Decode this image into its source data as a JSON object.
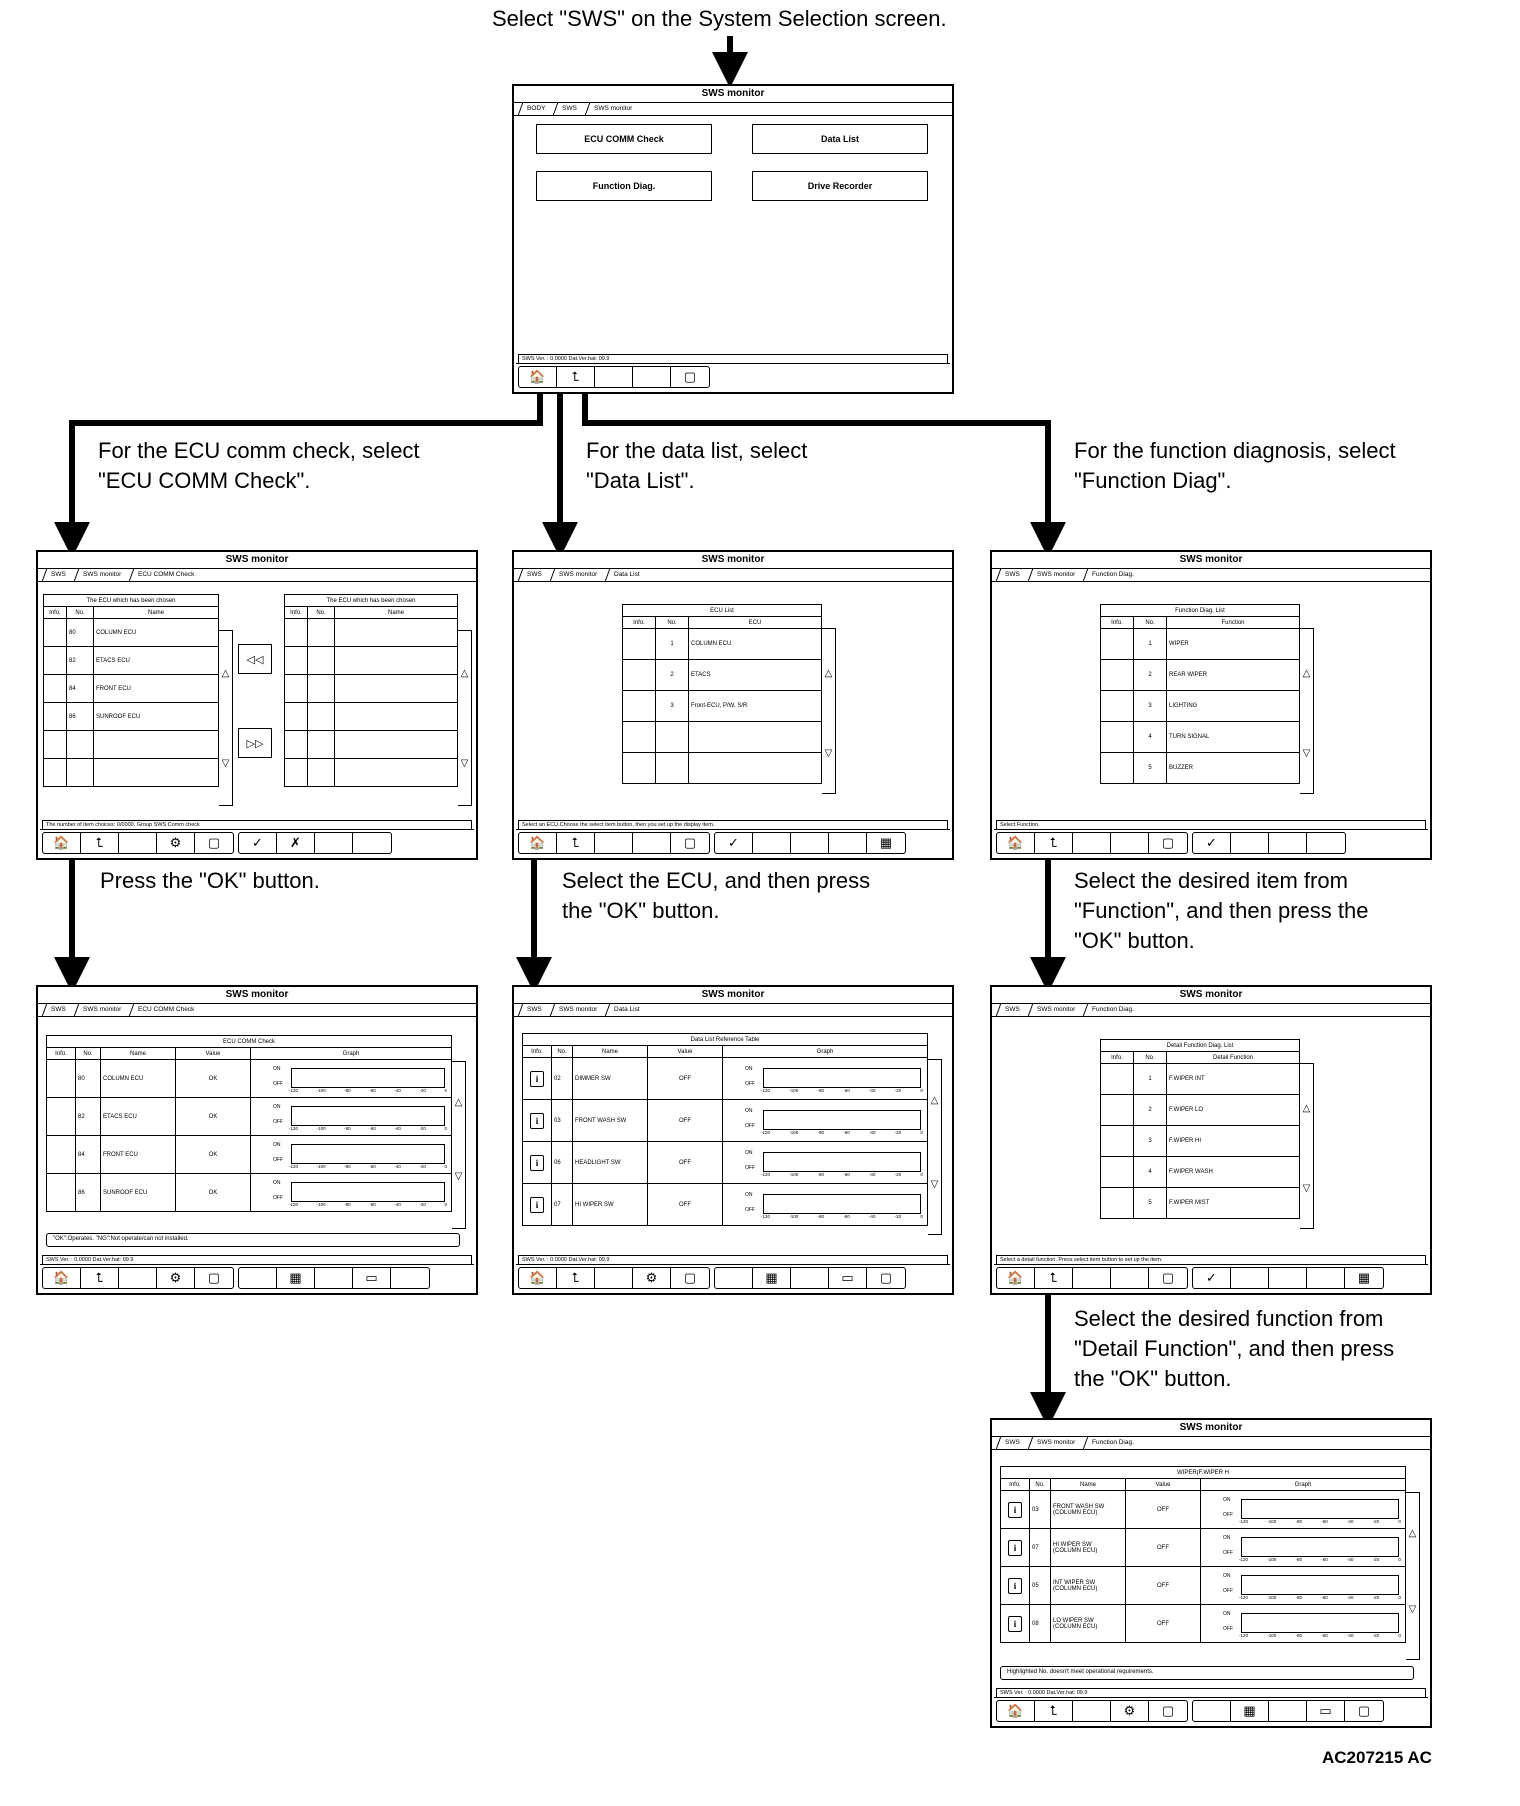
{
  "captions": {
    "top": "Select \"SWS\" on the System Selection screen.",
    "ecu_select": "For the ECU comm check, select\n\"ECU COMM Check\".",
    "data_select": "For the data list, select\n\"Data List\".",
    "func_select": "For the function diagnosis, select\n\"Function Diag\".",
    "ecu_ok": "Press the \"OK\" button.",
    "data_ok": "Select the ECU, and then press\nthe \"OK\" button.",
    "func_ok": "Select the desired item from\n\"Function\", and then press the\n\"OK\" button.",
    "detail_ok": "Select the desired function from\n\"Detail Function\", and then press\nthe \"OK\" button."
  },
  "figure_code": "AC207215 AC",
  "window_title": "SWS monitor",
  "icons": {
    "home": "🏠",
    "back": "⮤",
    "ecu": "⚙",
    "copy": "▢",
    "ok": "✓",
    "cancel": "✗",
    "table": "▦",
    "monitor": "▭",
    "info": "i",
    "left": "◁◁",
    "right": "▷▷",
    "up": "△",
    "down": "▽"
  },
  "main": {
    "crumbs": [
      "BODY",
      "SWS",
      "SWS monitor"
    ],
    "buttons": [
      "ECU COMM Check",
      "Data List",
      "Function Diag.",
      "Drive Recorder"
    ],
    "status": "SWS Ver. : 0.0000  Dat.Ver.hat: 09.9"
  },
  "ecu_check": {
    "crumbs": [
      "SWS",
      "SWS monitor",
      "ECU COMM Check"
    ],
    "left_title": "The ECU which has been chosen",
    "right_title": "The ECU which has been chosen",
    "headers": [
      "Info.",
      "No.",
      "Name"
    ],
    "rows": [
      {
        "no": "80",
        "name": "COLUMN ECU"
      },
      {
        "no": "82",
        "name": "ETACS ECU"
      },
      {
        "no": "84",
        "name": "FRONT ECU"
      },
      {
        "no": "86",
        "name": "SUNROOF ECU"
      }
    ],
    "status": "The number of item choices: 0/0000. Group SWS Comm check"
  },
  "ecu_result": {
    "table_title": "ECU COMM Check",
    "headers": [
      "Info.",
      "No.",
      "Name",
      "Value",
      "Graph"
    ],
    "rows": [
      {
        "no": "80",
        "name": "COLUMN ECU",
        "value": "OK"
      },
      {
        "no": "82",
        "name": "ETACS ECU",
        "value": "OK"
      },
      {
        "no": "84",
        "name": "FRONT ECU",
        "value": "OK"
      },
      {
        "no": "86",
        "name": "SUNROOF ECU",
        "value": "OK"
      }
    ],
    "note": "\"OK\":Operates. \"NG\":Not operate/can not installed.",
    "status": "SWS Ver. : 0.0000  Dat.Ver.hat: 09.9"
  },
  "graph_labels": {
    "on": "ON",
    "off": "OFF",
    "ticks": [
      "-120",
      "-100",
      "-80",
      "-60",
      "-40",
      "-20",
      "0"
    ]
  },
  "data_list": {
    "crumbs": [
      "SWS",
      "SWS monitor",
      "Data List"
    ],
    "table_title": "ECU List",
    "headers": [
      "Info.",
      "No.",
      "ECU"
    ],
    "rows": [
      {
        "no": "1",
        "name": "COLUMN ECU"
      },
      {
        "no": "2",
        "name": "ETACS"
      },
      {
        "no": "3",
        "name": "Front-ECU, P/W, S/R"
      }
    ],
    "status": "Select an ECU.Choose the select item button, then you set up the display item."
  },
  "data_result": {
    "table_title": "Data List Reference Table",
    "headers": [
      "Info.",
      "No.",
      "Name",
      "Value",
      "Graph"
    ],
    "rows": [
      {
        "no": "02",
        "name": "DIMMER SW",
        "value": "OFF"
      },
      {
        "no": "03",
        "name": "FRONT WASH SW",
        "value": "OFF"
      },
      {
        "no": "06",
        "name": "HEADLIGHT SW",
        "value": "OFF"
      },
      {
        "no": "07",
        "name": "HI WIPER SW",
        "value": "OFF"
      }
    ],
    "status": "SWS Ver. : 0.0000  Dat.Ver.hat: 09.9"
  },
  "func_diag": {
    "crumbs": [
      "SWS",
      "SWS monitor",
      "Function Diag."
    ],
    "table_title": "Function Diag. List",
    "headers": [
      "Info.",
      "No.",
      "Function"
    ],
    "rows": [
      {
        "no": "1",
        "name": "WIPER"
      },
      {
        "no": "2",
        "name": "REAR WIPER"
      },
      {
        "no": "3",
        "name": "LIGHTING"
      },
      {
        "no": "4",
        "name": "TURN SIGNAL"
      },
      {
        "no": "5",
        "name": "BUZZER"
      }
    ],
    "status": "Select Function."
  },
  "detail_func": {
    "crumbs": [
      "SWS",
      "SWS monitor",
      "Function Diag."
    ],
    "table_title": "Detail Function Diag. List",
    "headers": [
      "Info.",
      "No.",
      "Detail Function"
    ],
    "rows": [
      {
        "no": "1",
        "name": "F.WIPER INT"
      },
      {
        "no": "2",
        "name": "F.WIPER LO"
      },
      {
        "no": "3",
        "name": "F.WIPER HI"
      },
      {
        "no": "4",
        "name": "F.WIPER WASH"
      },
      {
        "no": "5",
        "name": "F.WIPER MIST"
      }
    ],
    "status": "Select a detail function. Press select item button to set up the item."
  },
  "final": {
    "crumbs": [
      "SWS",
      "SWS monitor",
      "Function Diag."
    ],
    "table_title": "WIPER(F.WIPER H",
    "headers": [
      "Info.",
      "No.",
      "Name",
      "Value",
      "Graph"
    ],
    "rows": [
      {
        "no": "03",
        "name": "FRONT WASH SW",
        "sub": "(COLUMN ECU)",
        "value": "OFF"
      },
      {
        "no": "07",
        "name": "HI WIPER SW",
        "sub": "(COLUMN ECU)",
        "value": "OFF"
      },
      {
        "no": "05",
        "name": "INT WIPER SW",
        "sub": "(COLUMN ECU)",
        "value": "OFF"
      },
      {
        "no": "08",
        "name": "LO WIPER SW",
        "sub": "(COLUMN ECU)",
        "value": "OFF"
      }
    ],
    "note": "Highlighted No. doesn't meet operational requirements.",
    "status": "SWS Ver. : 0.0000  Dat.Ver.hat: 09.9"
  }
}
